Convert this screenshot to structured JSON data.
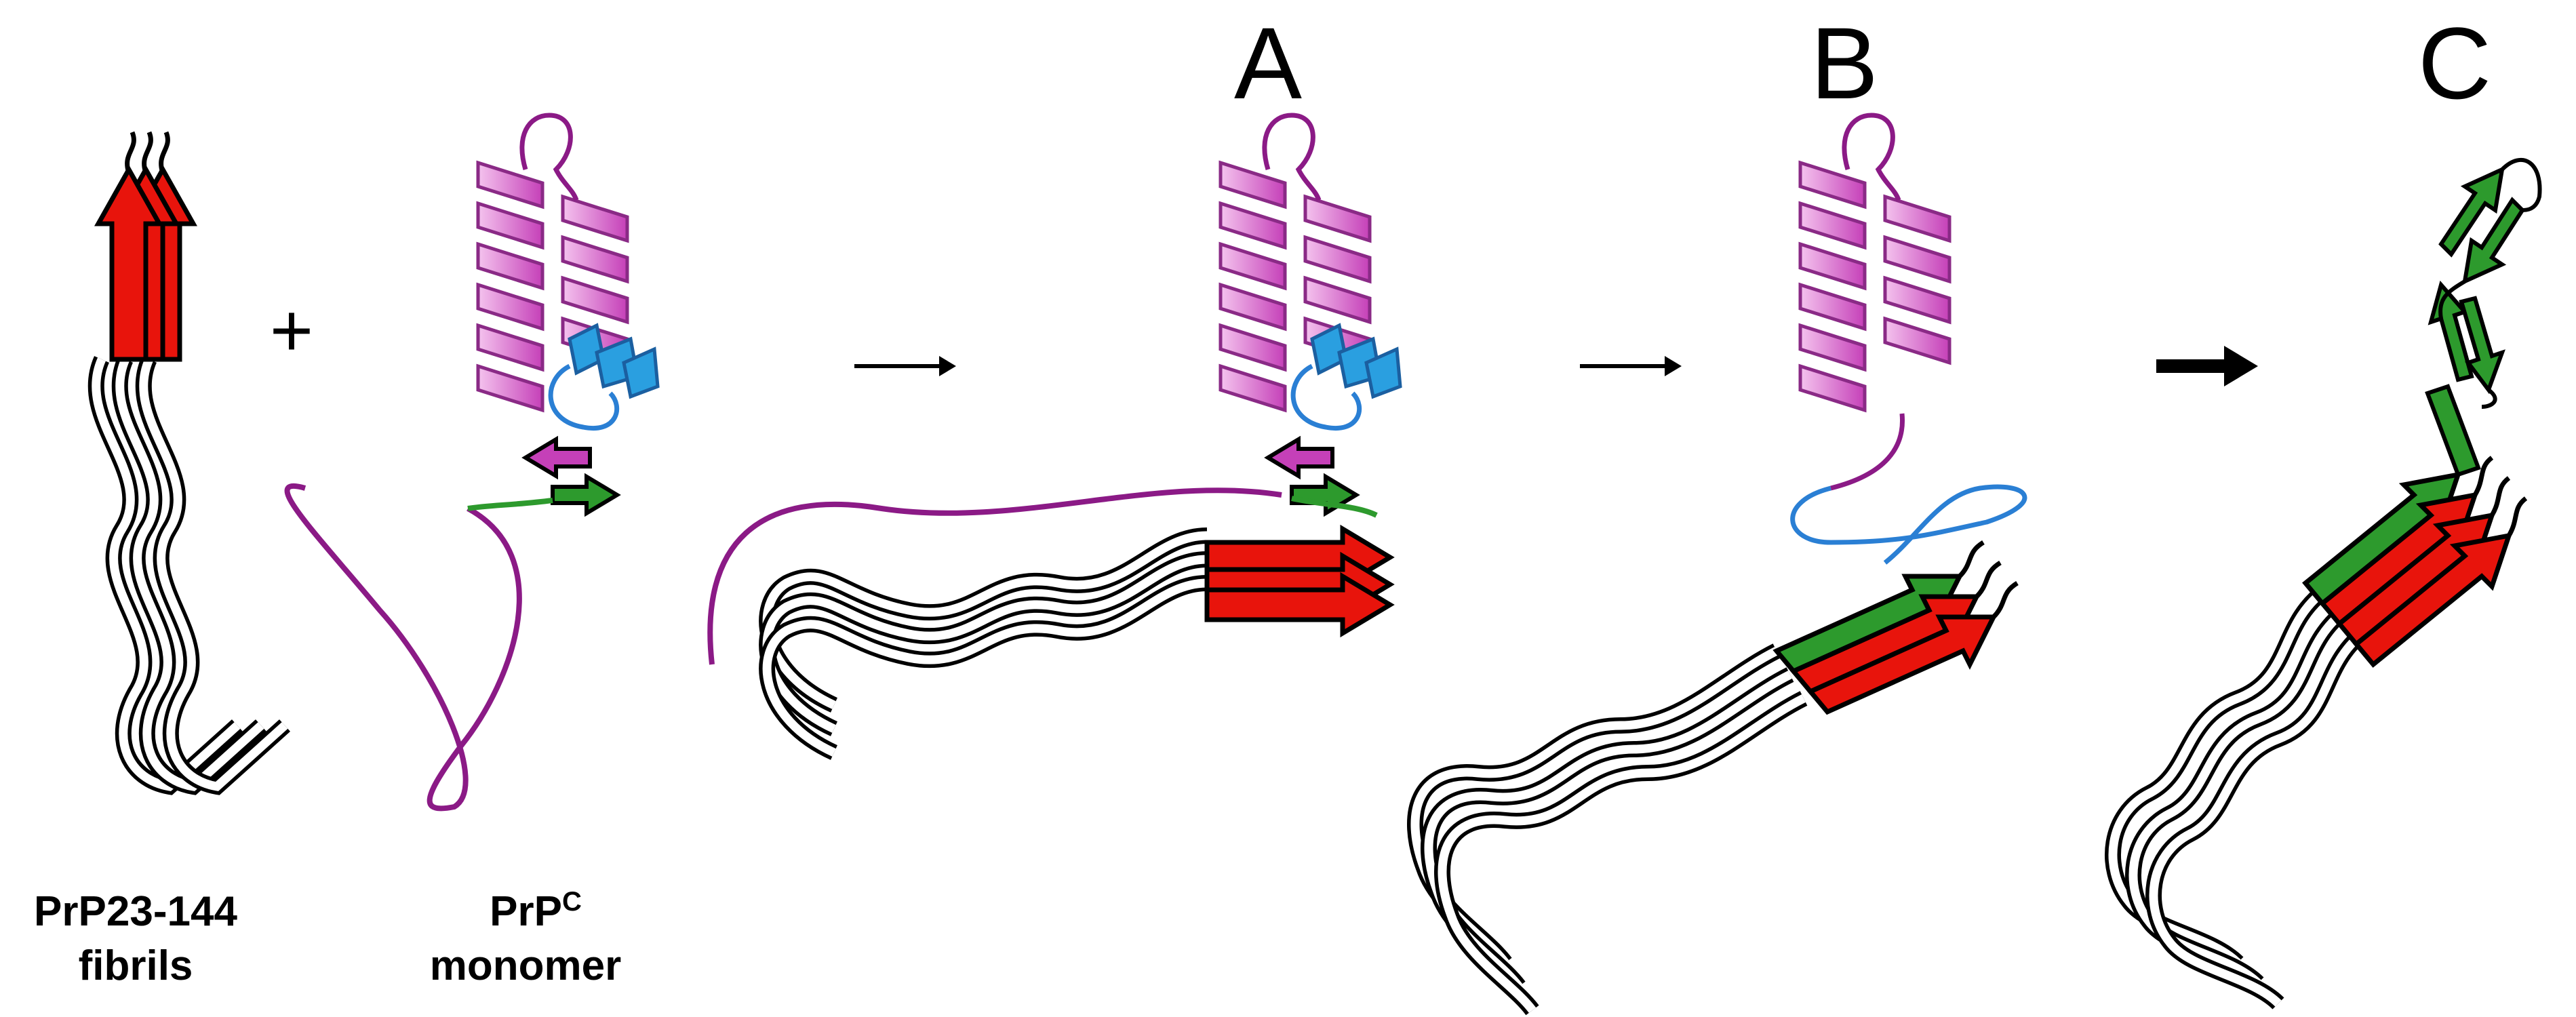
{
  "labels": {
    "stage_a": "A",
    "stage_b": "B",
    "stage_c": "C",
    "plus": "+",
    "fibrils_line1": "PrP23-144",
    "fibrils_line2": "fibrils",
    "monomer_prefix": "PrP",
    "monomer_superscript": "C",
    "monomer_line2": "monomer"
  },
  "colors": {
    "fibril_core": "#e8140c",
    "helix": "#c540b8",
    "helix_light": "#f4c3ee",
    "beta_blue": "#2a9fe0",
    "loop_blue": "#2a7fd4",
    "strand_green": "#2d9a2d",
    "tail_purple": "#8b1a86",
    "outline": "#000000"
  }
}
